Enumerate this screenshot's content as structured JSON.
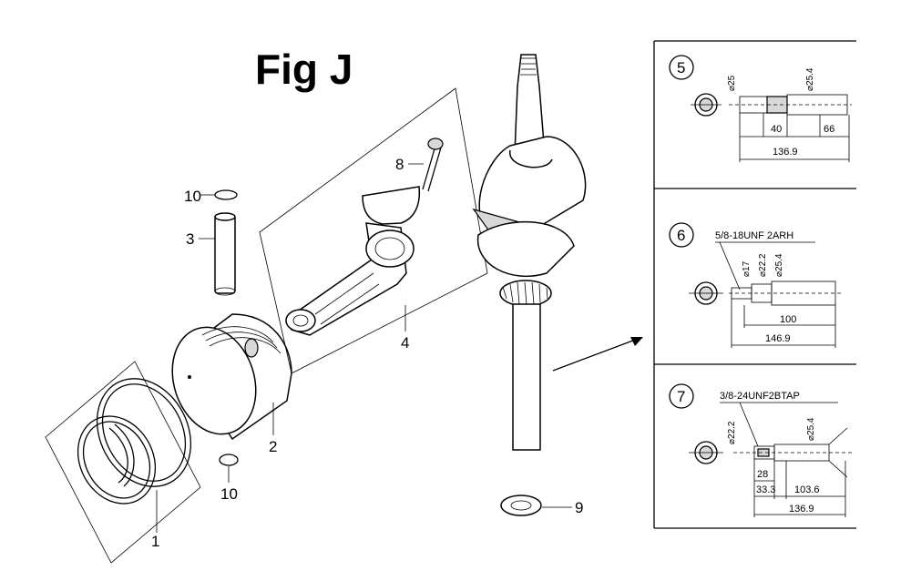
{
  "figure": {
    "title": "Fig J"
  },
  "callouts": {
    "ring_set": "1",
    "piston": "2",
    "piston_pin": "3",
    "connecting_rod": "4",
    "rod_bolt": "8",
    "washer": "9",
    "clip_top": "10",
    "clip_bottom": "10"
  },
  "details": {
    "d5": {
      "number": "5",
      "dia_left": "⌀25",
      "dia_right": "⌀25.4",
      "len_a": "40",
      "len_b": "66",
      "len_total": "136.9"
    },
    "d6": {
      "number": "6",
      "thread": "5/8-18UNF 2ARH",
      "dia_a": "⌀17",
      "dia_b": "⌀22.2",
      "dia_c": "⌀25.4",
      "len_a": "100",
      "len_total": "146.9"
    },
    "d7": {
      "number": "7",
      "thread": "3/8-24UNF2BTAP",
      "dia_a": "⌀22.2",
      "dia_b": "⌀25.4",
      "len_a": "28",
      "len_b": "33.3",
      "len_c": "103.6",
      "len_total": "136.9"
    }
  },
  "colors": {
    "ink": "#000000",
    "paper": "#ffffff"
  }
}
